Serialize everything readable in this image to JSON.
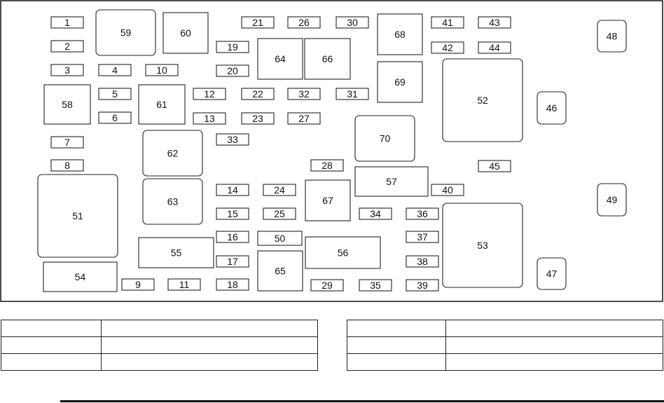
{
  "fuse_block": {
    "boxes": [
      {
        "label": "1"
      },
      {
        "label": "2"
      },
      {
        "label": "3"
      },
      {
        "label": "4"
      },
      {
        "label": "10"
      },
      {
        "label": "5"
      },
      {
        "label": "6"
      },
      {
        "label": "7"
      },
      {
        "label": "8"
      },
      {
        "label": "9"
      },
      {
        "label": "11"
      },
      {
        "label": "12"
      },
      {
        "label": "13"
      },
      {
        "label": "14"
      },
      {
        "label": "15"
      },
      {
        "label": "16"
      },
      {
        "label": "17"
      },
      {
        "label": "18"
      },
      {
        "label": "19"
      },
      {
        "label": "20"
      },
      {
        "label": "21"
      },
      {
        "label": "22"
      },
      {
        "label": "23"
      },
      {
        "label": "24"
      },
      {
        "label": "25"
      },
      {
        "label": "26"
      },
      {
        "label": "27"
      },
      {
        "label": "28"
      },
      {
        "label": "29"
      },
      {
        "label": "30"
      },
      {
        "label": "31"
      },
      {
        "label": "32"
      },
      {
        "label": "33"
      },
      {
        "label": "34"
      },
      {
        "label": "35"
      },
      {
        "label": "36"
      },
      {
        "label": "37"
      },
      {
        "label": "38"
      },
      {
        "label": "39"
      },
      {
        "label": "40"
      },
      {
        "label": "41"
      },
      {
        "label": "42"
      },
      {
        "label": "43"
      },
      {
        "label": "44"
      },
      {
        "label": "45"
      },
      {
        "label": "50"
      },
      {
        "label": "58"
      },
      {
        "label": "59"
      },
      {
        "label": "60"
      },
      {
        "label": "61"
      },
      {
        "label": "62"
      },
      {
        "label": "63"
      },
      {
        "label": "51"
      },
      {
        "label": "54"
      },
      {
        "label": "55"
      },
      {
        "label": "64"
      },
      {
        "label": "66"
      },
      {
        "label": "65"
      },
      {
        "label": "56"
      },
      {
        "label": "67"
      },
      {
        "label": "68"
      },
      {
        "label": "69"
      },
      {
        "label": "70"
      },
      {
        "label": "57"
      },
      {
        "label": "52"
      },
      {
        "label": "53"
      },
      {
        "label": "46"
      },
      {
        "label": "47"
      },
      {
        "label": "48"
      },
      {
        "label": "49"
      }
    ]
  },
  "legend_left": {
    "rows": [
      [
        "",
        ""
      ],
      [
        "",
        ""
      ],
      [
        "",
        ""
      ]
    ]
  },
  "legend_right": {
    "rows": [
      [
        "",
        ""
      ],
      [
        "",
        ""
      ],
      [
        "",
        ""
      ]
    ]
  }
}
